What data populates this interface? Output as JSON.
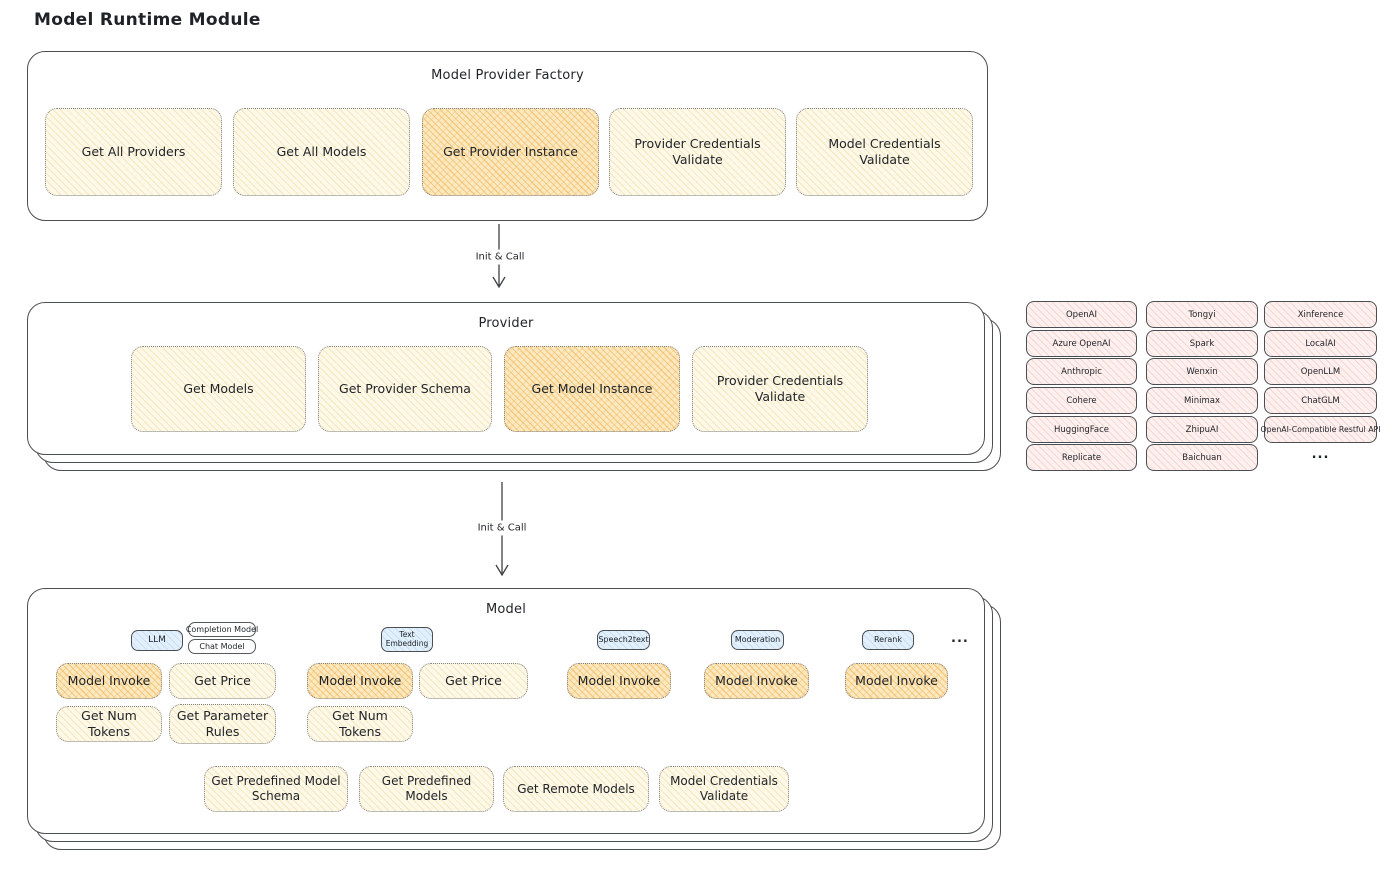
{
  "page": {
    "title": "Model Runtime Module"
  },
  "colors": {
    "node_yellow": "#fdf8e7",
    "node_highlight_orange": "#fbe9c2",
    "provider_pink": "#fdf1f0",
    "tag_blue": "#e3f0fb",
    "stroke_dark": "#4b4e53"
  },
  "factory": {
    "title": "Model Provider Factory",
    "buttons": [
      {
        "label": "Get All Providers",
        "highlighted": false
      },
      {
        "label": "Get All Models",
        "highlighted": false
      },
      {
        "label": "Get Provider Instance",
        "highlighted": true
      },
      {
        "label": "Provider Credentials Validate",
        "highlighted": false
      },
      {
        "label": "Model Credentials Validate",
        "highlighted": false
      }
    ]
  },
  "arrows": [
    {
      "label": "Init & Call"
    },
    {
      "label": "Init & Call"
    }
  ],
  "provider": {
    "title": "Provider",
    "buttons": [
      {
        "label": "Get Models",
        "highlighted": false
      },
      {
        "label": "Get Provider Schema",
        "highlighted": false
      },
      {
        "label": "Get Model Instance",
        "highlighted": true
      },
      {
        "label": "Provider Credentials Validate",
        "highlighted": false
      }
    ]
  },
  "providers_panel": {
    "columns": [
      [
        "OpenAI",
        "Azure OpenAI",
        "Anthropic",
        "Cohere",
        "HuggingFace",
        "Replicate"
      ],
      [
        "Tongyi",
        "Spark",
        "Wenxin",
        "Minimax",
        "ZhipuAI",
        "Baichuan"
      ],
      [
        "Xinference",
        "LocalAI",
        "OpenLLM",
        "ChatGLM",
        "OpenAI-Compatible Restful API"
      ]
    ],
    "more_label": "..."
  },
  "model": {
    "title": "Model",
    "tags": {
      "llm": "LLM",
      "completion_model": "Completion Model",
      "chat_model": "Chat Model",
      "text_embedding": "Text Embedding",
      "speech2text": "Speech2text",
      "moderation": "Moderation",
      "rerank": "Rerank"
    },
    "buttons": {
      "model_invoke": "Model Invoke",
      "get_price": "Get Price",
      "get_num_tokens": "Get Num Tokens",
      "get_parameter_rules": "Get Parameter Rules"
    },
    "bottom_buttons": [
      "Get Predefined Model Schema",
      "Get Predefined Models",
      "Get Remote Models",
      "Model Credentials Validate"
    ],
    "more_label": "..."
  }
}
